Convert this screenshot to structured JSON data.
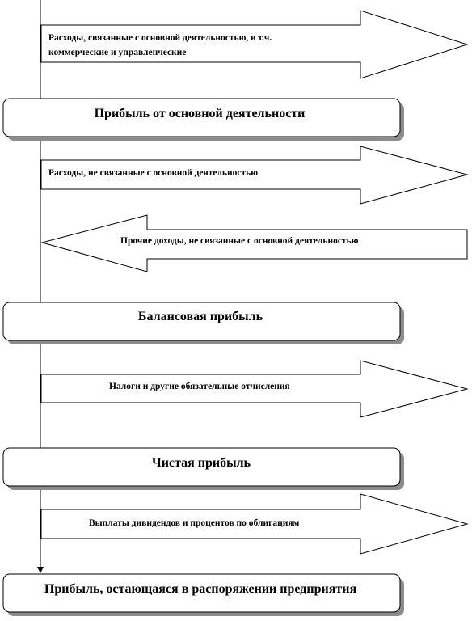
{
  "boxes": [
    {
      "label": "Прибыль от основной деятельности"
    },
    {
      "label": "Балансовая прибыль"
    },
    {
      "label": "Чистая прибыль"
    },
    {
      "label": "Прибыль, остающаяся в распоряжении предприятия"
    }
  ],
  "arrows": [
    {
      "direction": "right",
      "lines": [
        "Расходы, связанные с основной деятельностью, в т.ч.",
        "коммерческие и управленческие"
      ]
    },
    {
      "direction": "right",
      "lines": [
        "Расходы, не связанные с основной деятельностью"
      ]
    },
    {
      "direction": "left",
      "lines": [
        "Прочие доходы, не связанные с основной деятельностью"
      ]
    },
    {
      "direction": "right",
      "lines": [
        "Налоги и другие обязательные отчисления"
      ]
    },
    {
      "direction": "right",
      "lines": [
        "Выплаты дивидендов и процентов по облигациям"
      ]
    }
  ],
  "colors": {
    "stroke": "#000000",
    "fill": "#ffffff",
    "shadow": "#8c8c8c"
  }
}
